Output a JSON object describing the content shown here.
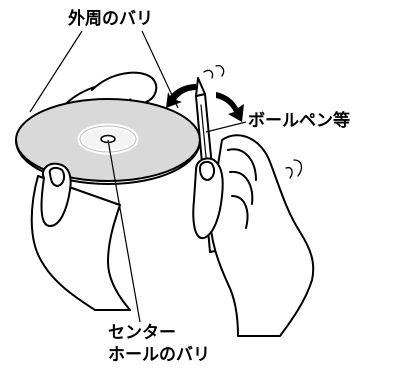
{
  "labels": {
    "outer_burr": "外周のバリ",
    "ballpoint_pen": "ボールペン等",
    "center_hole_line1": "センター",
    "center_hole_line2": "ホールのバリ"
  },
  "icons": {
    "disc": "disc-icon",
    "pen": "ballpoint-pen-icon",
    "left_hand": "left-hand-icon",
    "right_hand": "right-hand-icon",
    "rotate_arrows": "rotate-arrows-icon"
  },
  "colors": {
    "outline": "#000000",
    "disc_fill": "#d9d9d9",
    "center_ring": "#ffffff",
    "background": "#ffffff"
  }
}
